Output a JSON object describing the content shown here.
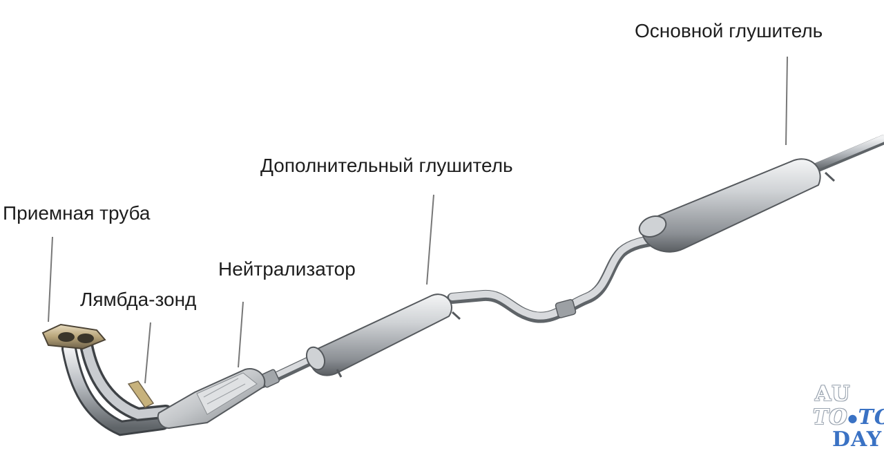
{
  "labels": {
    "main_muffler": "Основной глушитель",
    "extra_muffler": "Дополнительный глушитель",
    "intake_pipe": "Приемная труба",
    "catalyst": "Нейтрализатор",
    "lambda_probe": "Лямбда-зонд"
  },
  "watermark": {
    "line1": "AU",
    "line2a": "TO",
    "line2b": "TO",
    "line3": "DAY",
    "accent": "#3a72c4"
  },
  "colors": {
    "metal_light": "#eceef0",
    "metal_mid": "#b7bbc0",
    "metal_dark": "#6e7378",
    "leader": "#777777"
  }
}
